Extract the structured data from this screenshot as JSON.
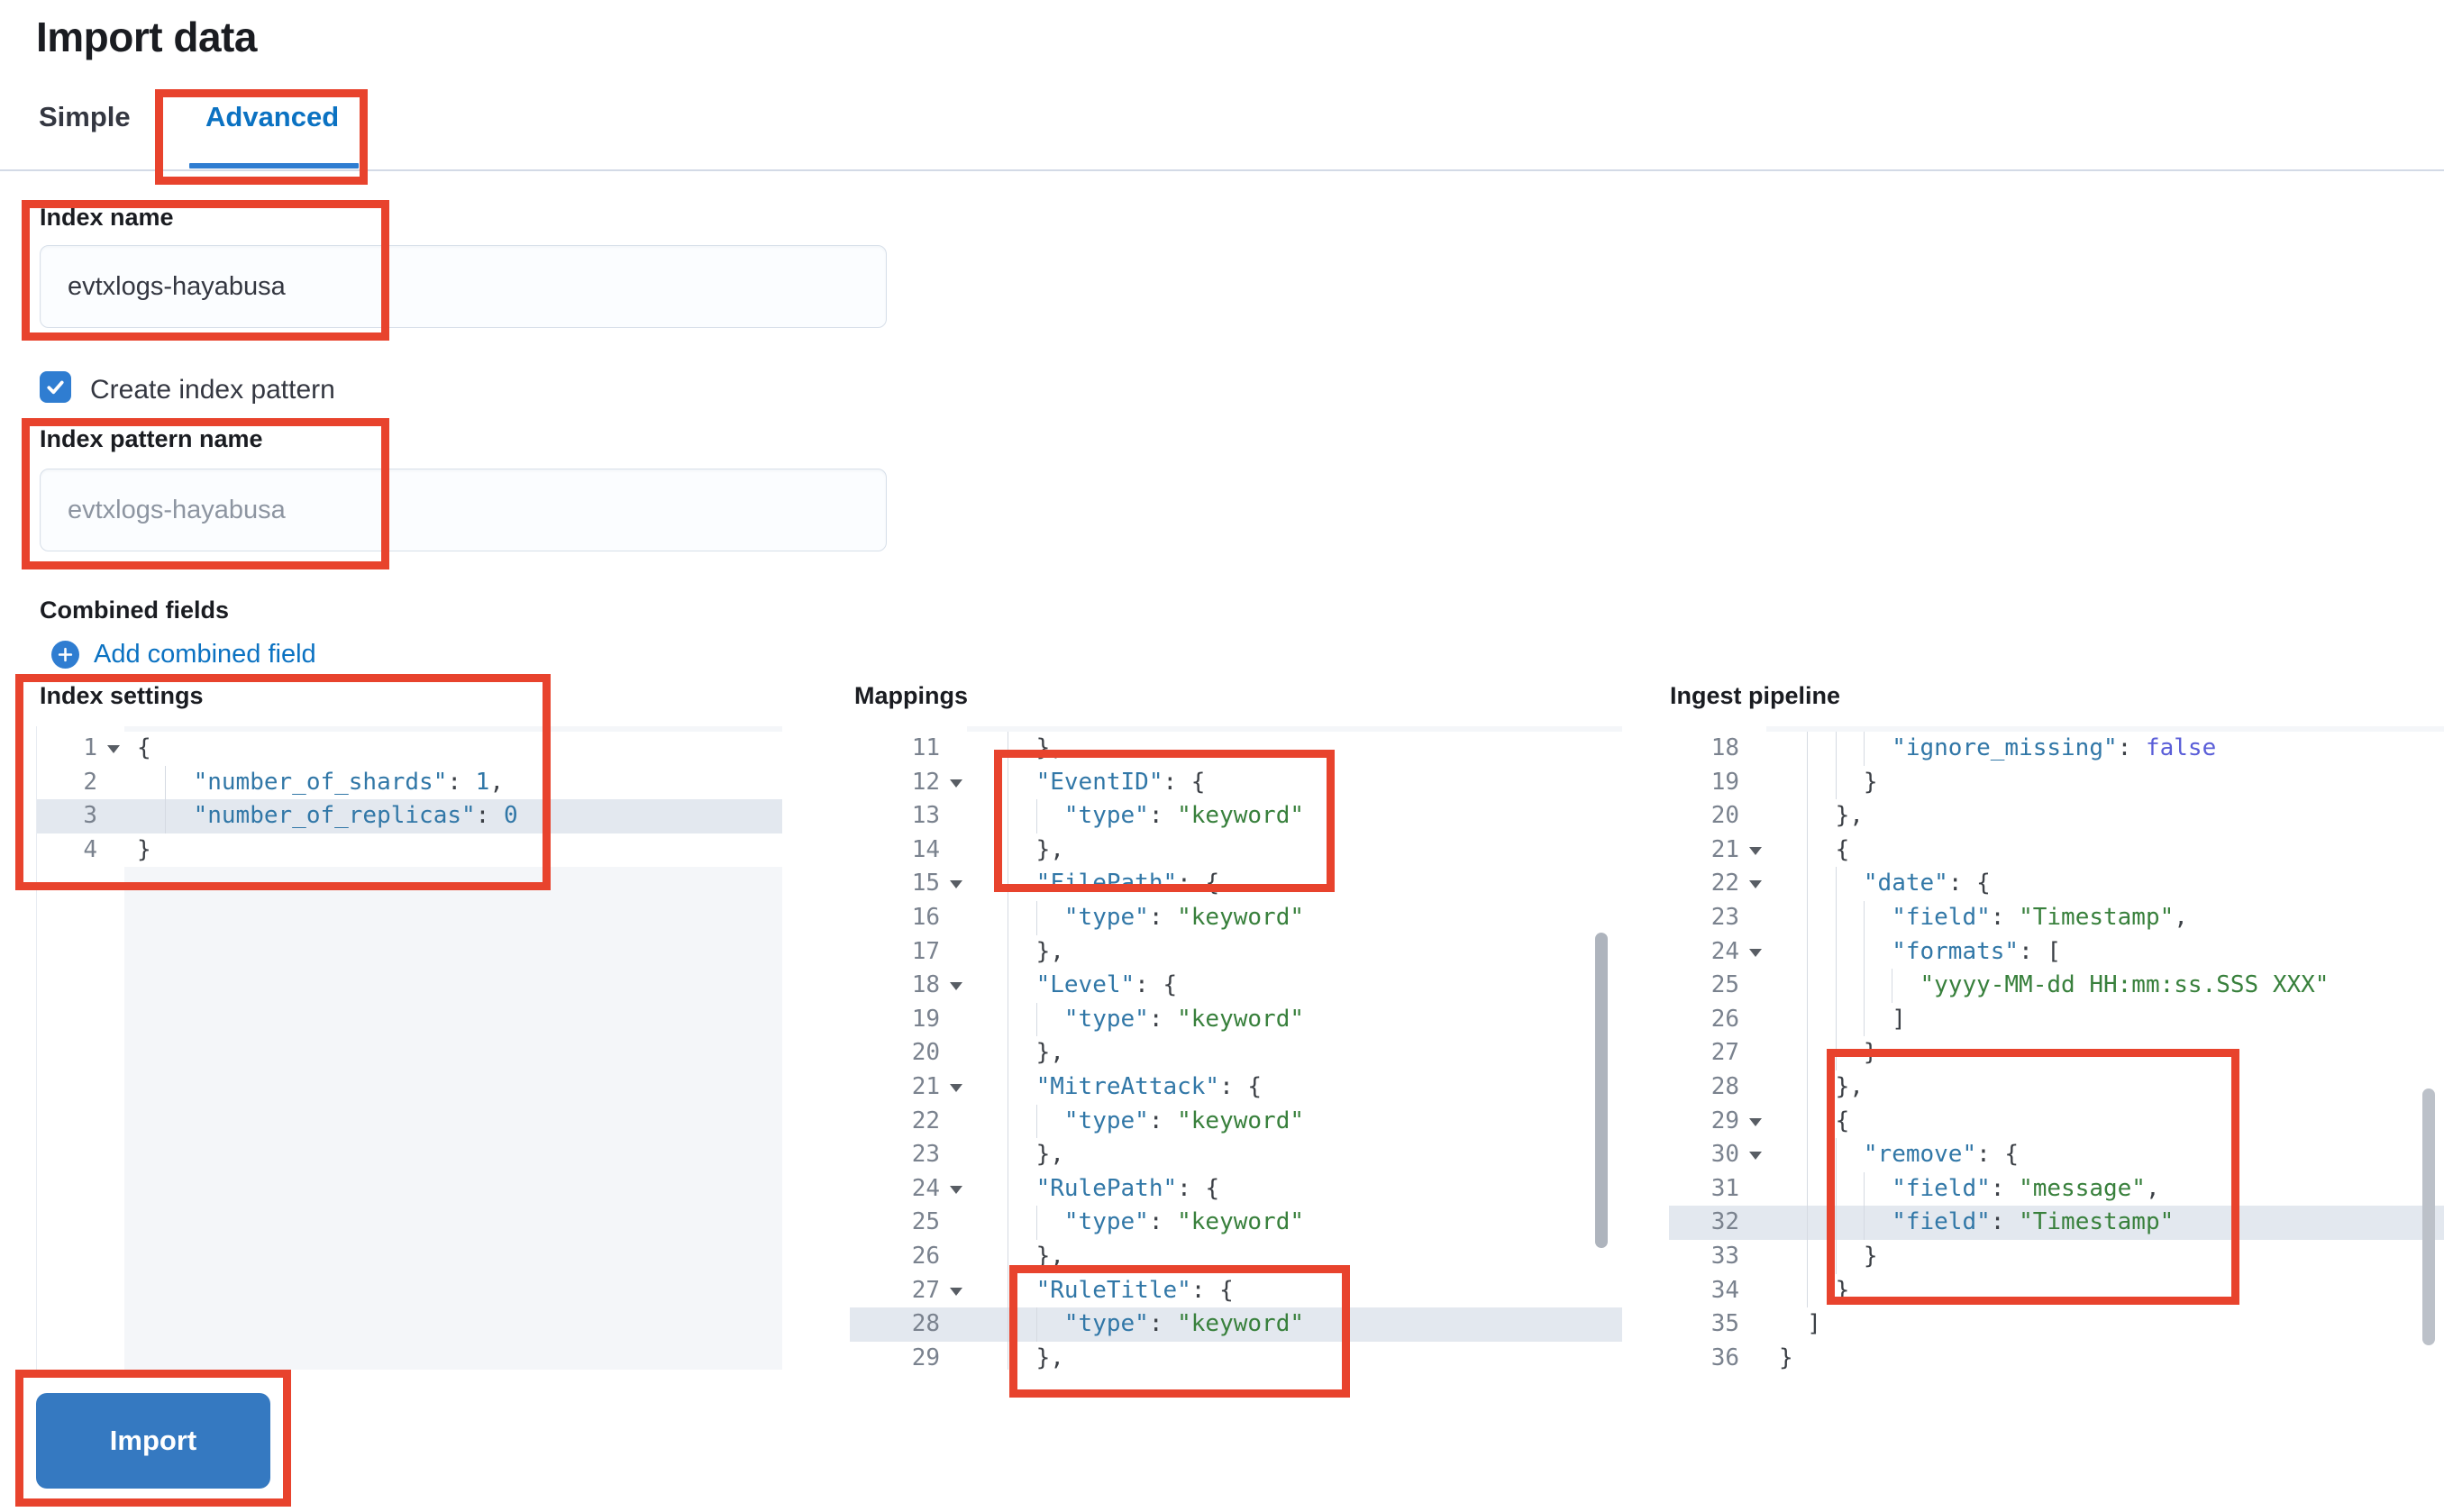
{
  "header": {
    "title": "Import data"
  },
  "tabs": {
    "simple": "Simple",
    "advanced": "Advanced",
    "active": "Advanced"
  },
  "form": {
    "index_name_label": "Index name",
    "index_name_value": "evtxlogs-hayabusa",
    "create_index_pattern_label": "Create index pattern",
    "create_index_pattern_checked": true,
    "index_pattern_name_label": "Index pattern name",
    "index_pattern_name_placeholder": "evtxlogs-hayabusa",
    "combined_fields_label": "Combined fields",
    "add_combined_field_label": "Add combined field"
  },
  "colors": {
    "accent_blue": "#0b72c2",
    "button_blue": "#3579c1",
    "checkbox_blue": "#2f7dd1",
    "annotation_red": "#e8432d",
    "key_blue": "#3177a7",
    "string_green": "#38803c",
    "boolean_violet": "#5a5ed8",
    "active_line": "#e3e8ef"
  },
  "import_button_label": "Import",
  "editors": [
    {
      "title": "Index settings",
      "lines": [
        {
          "n": 1,
          "fold": true,
          "indent": 0,
          "tokens": [
            [
              "p",
              "{"
            ]
          ]
        },
        {
          "n": 2,
          "indent": 4,
          "tokens": [
            [
              "k",
              "\"number_of_shards\""
            ],
            [
              "p",
              ": "
            ],
            [
              "num",
              "1"
            ],
            [
              "p",
              ","
            ]
          ]
        },
        {
          "n": 3,
          "indent": 4,
          "hl": true,
          "tokens": [
            [
              "k",
              "\"number_of_replicas\""
            ],
            [
              "p",
              ": "
            ],
            [
              "num",
              "0"
            ]
          ]
        },
        {
          "n": 4,
          "indent": 0,
          "tokens": [
            [
              "p",
              "}"
            ]
          ]
        }
      ]
    },
    {
      "title": "Mappings",
      "lines": [
        {
          "n": 11,
          "indent": 4,
          "tokens": [
            [
              "p",
              "},"
            ]
          ]
        },
        {
          "n": 12,
          "fold": true,
          "indent": 4,
          "tokens": [
            [
              "k",
              "\"EventID\""
            ],
            [
              "p",
              ": {"
            ]
          ]
        },
        {
          "n": 13,
          "indent": 6,
          "tokens": [
            [
              "k",
              "\"type\""
            ],
            [
              "p",
              ": "
            ],
            [
              "s",
              "\"keyword\""
            ]
          ]
        },
        {
          "n": 14,
          "indent": 4,
          "tokens": [
            [
              "p",
              "},"
            ]
          ]
        },
        {
          "n": 15,
          "fold": true,
          "indent": 4,
          "tokens": [
            [
              "k",
              "\"FilePath\""
            ],
            [
              "p",
              ": {"
            ]
          ]
        },
        {
          "n": 16,
          "indent": 6,
          "tokens": [
            [
              "k",
              "\"type\""
            ],
            [
              "p",
              ": "
            ],
            [
              "s",
              "\"keyword\""
            ]
          ]
        },
        {
          "n": 17,
          "indent": 4,
          "tokens": [
            [
              "p",
              "},"
            ]
          ]
        },
        {
          "n": 18,
          "fold": true,
          "indent": 4,
          "tokens": [
            [
              "k",
              "\"Level\""
            ],
            [
              "p",
              ": {"
            ]
          ]
        },
        {
          "n": 19,
          "indent": 6,
          "tokens": [
            [
              "k",
              "\"type\""
            ],
            [
              "p",
              ": "
            ],
            [
              "s",
              "\"keyword\""
            ]
          ]
        },
        {
          "n": 20,
          "indent": 4,
          "tokens": [
            [
              "p",
              "},"
            ]
          ]
        },
        {
          "n": 21,
          "fold": true,
          "indent": 4,
          "tokens": [
            [
              "k",
              "\"MitreAttack\""
            ],
            [
              "p",
              ": {"
            ]
          ]
        },
        {
          "n": 22,
          "indent": 6,
          "tokens": [
            [
              "k",
              "\"type\""
            ],
            [
              "p",
              ": "
            ],
            [
              "s",
              "\"keyword\""
            ]
          ]
        },
        {
          "n": 23,
          "indent": 4,
          "tokens": [
            [
              "p",
              "},"
            ]
          ]
        },
        {
          "n": 24,
          "fold": true,
          "indent": 4,
          "tokens": [
            [
              "k",
              "\"RulePath\""
            ],
            [
              "p",
              ": {"
            ]
          ]
        },
        {
          "n": 25,
          "indent": 6,
          "tokens": [
            [
              "k",
              "\"type\""
            ],
            [
              "p",
              ": "
            ],
            [
              "s",
              "\"keyword\""
            ]
          ]
        },
        {
          "n": 26,
          "indent": 4,
          "tokens": [
            [
              "p",
              "},"
            ]
          ]
        },
        {
          "n": 27,
          "fold": true,
          "indent": 4,
          "tokens": [
            [
              "k",
              "\"RuleTitle\""
            ],
            [
              "p",
              ": {"
            ]
          ]
        },
        {
          "n": 28,
          "indent": 6,
          "hl": true,
          "tokens": [
            [
              "k",
              "\"type\""
            ],
            [
              "p",
              ": "
            ],
            [
              "s",
              "\"keyword\""
            ]
          ]
        },
        {
          "n": 29,
          "indent": 4,
          "tokens": [
            [
              "p",
              "},"
            ]
          ]
        }
      ]
    },
    {
      "title": "Ingest pipeline",
      "lines": [
        {
          "n": 18,
          "indent": 8,
          "tokens": [
            [
              "k",
              "\"ignore_missing\""
            ],
            [
              "p",
              ": "
            ],
            [
              "b",
              "false"
            ]
          ]
        },
        {
          "n": 19,
          "indent": 6,
          "tokens": [
            [
              "p",
              "}"
            ]
          ]
        },
        {
          "n": 20,
          "indent": 4,
          "tokens": [
            [
              "p",
              "},"
            ]
          ]
        },
        {
          "n": 21,
          "fold": true,
          "indent": 4,
          "tokens": [
            [
              "p",
              "{"
            ]
          ]
        },
        {
          "n": 22,
          "fold": true,
          "indent": 6,
          "tokens": [
            [
              "k",
              "\"date\""
            ],
            [
              "p",
              ": {"
            ]
          ]
        },
        {
          "n": 23,
          "indent": 8,
          "tokens": [
            [
              "k",
              "\"field\""
            ],
            [
              "p",
              ": "
            ],
            [
              "s",
              "\"Timestamp\""
            ],
            [
              "p",
              ","
            ]
          ]
        },
        {
          "n": 24,
          "fold": true,
          "indent": 8,
          "tokens": [
            [
              "k",
              "\"formats\""
            ],
            [
              "p",
              ": ["
            ]
          ]
        },
        {
          "n": 25,
          "indent": 10,
          "tokens": [
            [
              "s",
              "\"yyyy-MM-dd HH:mm:ss.SSS XXX\""
            ]
          ]
        },
        {
          "n": 26,
          "indent": 8,
          "tokens": [
            [
              "p",
              "]"
            ]
          ]
        },
        {
          "n": 27,
          "indent": 6,
          "tokens": [
            [
              "p",
              "}"
            ]
          ]
        },
        {
          "n": 28,
          "indent": 4,
          "tokens": [
            [
              "p",
              "},"
            ]
          ]
        },
        {
          "n": 29,
          "fold": true,
          "indent": 4,
          "tokens": [
            [
              "p",
              "{"
            ]
          ]
        },
        {
          "n": 30,
          "fold": true,
          "indent": 6,
          "tokens": [
            [
              "k",
              "\"remove\""
            ],
            [
              "p",
              ": {"
            ]
          ]
        },
        {
          "n": 31,
          "indent": 8,
          "tokens": [
            [
              "k",
              "\"field\""
            ],
            [
              "p",
              ": "
            ],
            [
              "s",
              "\"message\""
            ],
            [
              "p",
              ","
            ]
          ]
        },
        {
          "n": 32,
          "indent": 8,
          "hl": true,
          "tokens": [
            [
              "k",
              "\"field\""
            ],
            [
              "p",
              ": "
            ],
            [
              "s",
              "\"Timestamp\""
            ]
          ]
        },
        {
          "n": 33,
          "indent": 6,
          "tokens": [
            [
              "p",
              "}"
            ]
          ]
        },
        {
          "n": 34,
          "indent": 4,
          "tokens": [
            [
              "p",
              "}"
            ]
          ]
        },
        {
          "n": 35,
          "indent": 2,
          "tokens": [
            [
              "p",
              "]"
            ]
          ]
        },
        {
          "n": 36,
          "indent": 0,
          "tokens": [
            [
              "p",
              "}"
            ]
          ]
        }
      ]
    }
  ]
}
